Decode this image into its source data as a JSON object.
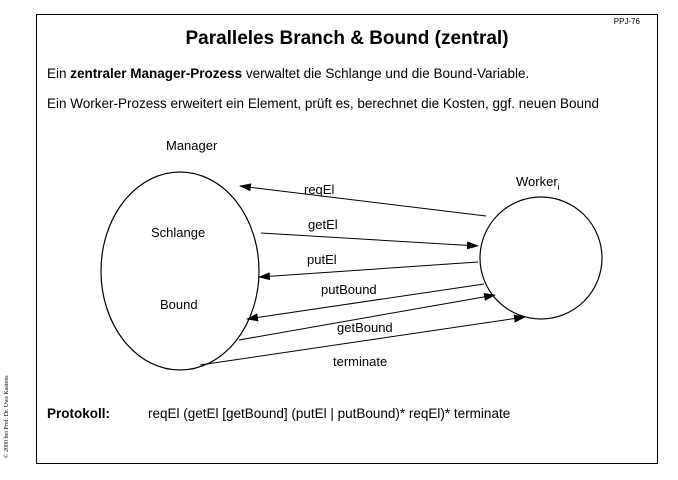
{
  "slide": {
    "page_id": "PPJ-76",
    "title": "Paralleles Branch & Bound (zentral)",
    "line1": {
      "pre": "Ein ",
      "bold": "zentraler Manager-Prozess",
      "post": " verwaltet die Schlange und die Bound-Variable."
    },
    "line2": "Ein Worker-Prozess erweitert ein Element, prüft es, berechnet die Kosten, ggf. neuen Bound",
    "copyright": "© 2000 bei Prof. Dr. Uwe Kastens"
  },
  "diagram": {
    "manager": {
      "label": "Manager",
      "queue": "Schlange",
      "bound": "Bound"
    },
    "worker": {
      "label": "Worker",
      "subscript": "i"
    },
    "messages": [
      {
        "label": "reqEl",
        "direction": "to-manager"
      },
      {
        "label": "getEl",
        "direction": "to-worker"
      },
      {
        "label": "putEl",
        "direction": "to-manager"
      },
      {
        "label": "putBound",
        "direction": "to-manager"
      },
      {
        "label": "getBound",
        "direction": "to-worker"
      },
      {
        "label": "terminate",
        "direction": "to-worker"
      }
    ]
  },
  "protocol": {
    "label": "Protokoll",
    "colon": ":",
    "text": "reqEl (getEl [getBound] (putEl | putBound)* reqEl)* terminate"
  }
}
